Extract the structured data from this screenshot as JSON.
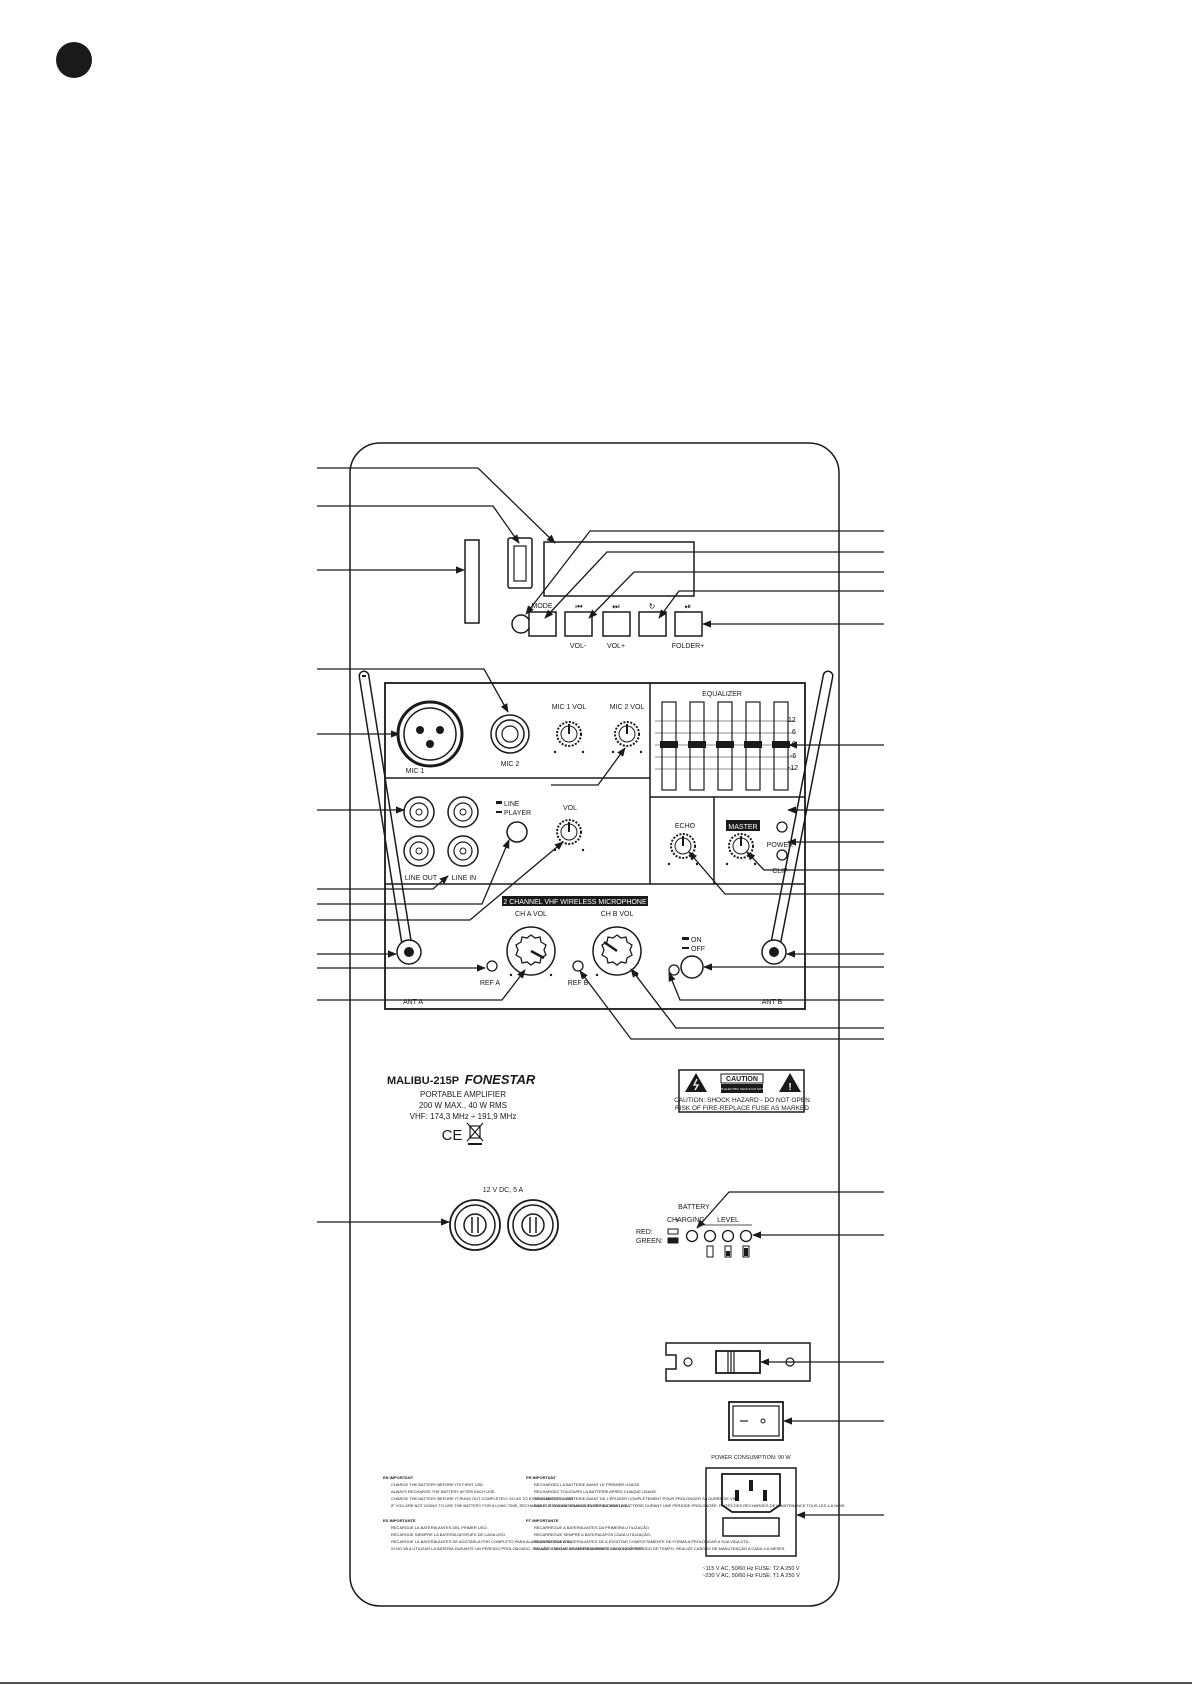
{
  "buttons": {
    "mode": "MODE",
    "vol_minus": "VOL-",
    "vol_plus": "VOL+",
    "folder_plus": "FOLDER+"
  },
  "mic_section": {
    "mic1": "MIC 1",
    "mic2": "MIC 2",
    "mic1_vol": "MIC 1 VOL",
    "mic2_vol": "MIC 2 VOL"
  },
  "equalizer": {
    "title": "EQUALIZER",
    "scale": [
      "12",
      "6",
      "0",
      "-6",
      "-12"
    ]
  },
  "line_section": {
    "line": "LINE",
    "player": "PLAYER",
    "vol": "VOL",
    "line_out": "LINE OUT",
    "line_in": "LINE IN"
  },
  "echo": "ECHO",
  "master": "MASTER",
  "power": "POWER",
  "clip": "CLIP",
  "wireless": {
    "title": "2 CHANNEL VHF WIRELESS MICROPHONE",
    "ch_a_vol": "CH A VOL",
    "ch_b_vol": "CH B VOL",
    "on": "ON",
    "off": "OFF",
    "ref_a": "REF A",
    "ref_b": "REF B",
    "ant_a": "ANT A",
    "ant_b": "ANT B"
  },
  "product": {
    "model": "MALIBU-215P",
    "brand": "FONESTAR",
    "line1": "PORTABLE AMPLIFIER",
    "line2": "200 W MAX., 40 W RMS",
    "line3": "VHF: 174,3 MHz ÷ 191,9 MHz",
    "marks": "CE"
  },
  "caution": {
    "title": "CAUTION",
    "small": "RISK OF ELECTRIC SHOCK DO NOT OPEN",
    "line1": "CAUTION: SHOCK HAZARD - DO NOT OPEN",
    "line2": "RISK OF FIRE-REPLACE FUSE AS MARKED"
  },
  "dc_input": "12 V DC, 5 A",
  "battery": {
    "title": "BATTERY",
    "charging": "CHARGING",
    "level": "LEVEL",
    "red": "RED:",
    "green": "GREEN:"
  },
  "power_consumption": "POWER CONSUMPTION: 90 W",
  "voltage": {
    "line1": "~115 V AC, 50/60 Hz FUSE: T2 A 250 V",
    "line2": "~230 V AC, 50/60 Hz FUSE: T1 A 250 V"
  },
  "notes": {
    "en_title": "EN  IMPORTANT",
    "en_lines": [
      "CHARGE THE BATTERY BEFORE ITS FIRST USE.",
      "ALWAYS RECHARGE THE BATTERY AFTER EACH USE.",
      "CHARGE THE BATTERY BEFORE IT RUNS OUT COMPLETELY SO AS TO EXTEND BATTERY LIFE.",
      "IF YOU ARE NOT GOING TO USE THE BATTERY FOR A LONG TIME, RECHARGE IT FOR MAINTENANCE EVERY 4-6 MONTHS."
    ],
    "es_title": "ES  IMPORTANTE",
    "es_lines": [
      "RECARGUE LA BATERÍA ANTES DEL PRIMER USO.",
      "RECARGUE SIEMPRE LA BATERÍA DESPUÉS DE CADA USO.",
      "RECARGUE LA BATERÍA ANTES DE AGOTARLA POR COMPLETO PARA ALARGAR SU VIDA ÚTIL.",
      "SI NO VA A UTILIZAR LA BATERÍA DURANTE UN PERIODO PROLONGADO, REALICE CARGAS DE MANTENIMIENTO CADA 4-6 MESES."
    ],
    "fr_title": "FR  IMPORTANT",
    "fr_lines": [
      "RECHARGEZ LA BATTERIE AVANT LE PREMIER USAGE.",
      "RECHARGEZ TOUJOURS LA BATTERIE APRÈS CHAQUE USAGE.",
      "RECHARGEZ LA BATTERIE AVANT DE L'ÉPUISER COMPLÈTEMENT POUR PROLONGER SA DURÉE DE VIE.",
      "DANS LE CAS OÙ VOUS N'UTILISERIEZ PAS LA BATTERIE DURANT UNE PÉRIODE PROLONGÉE, FAITES DES RECHARGES DE MAINTENANCE TOUS LES 4-6 MOIS."
    ],
    "pt_title": "PT  IMPORTANTE",
    "pt_lines": [
      "RECARREGUE A BATERIA ANTES DA PRIMEIRA UTILIZAÇÃO.",
      "RECARREGUE SEMPRE A BATERIA APÓS CADA UTILIZAÇÃO.",
      "RECARREGUE A BATERIA ANTES DE A ESGOTAR COMPLETAMENTE DE FORMA A PROLONGAR A SUA VIDA ÚTIL.",
      "SE NÃO UTILIZAR A BATERIA DURANTE UM LONGO PERÍODO DE TEMPO, REALIZE CARGAS DE MANUTENÇÃO A CADA 4-6 MESES."
    ]
  }
}
